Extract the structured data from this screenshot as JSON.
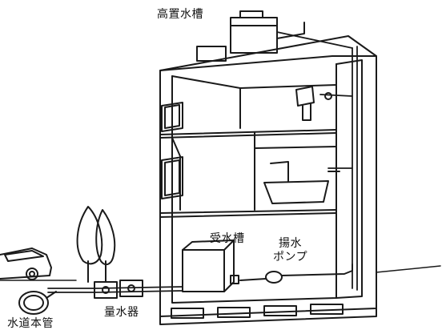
{
  "labels": {
    "elevated_tank": "高置水槽",
    "receiving_tank": "受水槽",
    "pump_line1": "揚水",
    "pump_line2": "ポンプ",
    "water_meter": "量水器",
    "water_main": "水道本管"
  },
  "colors": {
    "line": "#1a1a1a",
    "background": "#ffffff"
  }
}
